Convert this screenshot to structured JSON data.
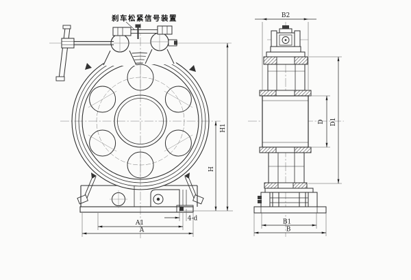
{
  "annotation": {
    "brake_signal_device": "刹车松紧信号装置"
  },
  "dimensions": {
    "A": "A",
    "A1": "A1",
    "H": "H",
    "H1": "H1",
    "hole_callout": "4-d",
    "B": "B",
    "B1": "B1",
    "B2": "B2",
    "D": "D",
    "D1": "D1"
  },
  "colors": {
    "line": "#2e2e2e",
    "thin_line": "#666666",
    "background": "#fbfbfa"
  }
}
